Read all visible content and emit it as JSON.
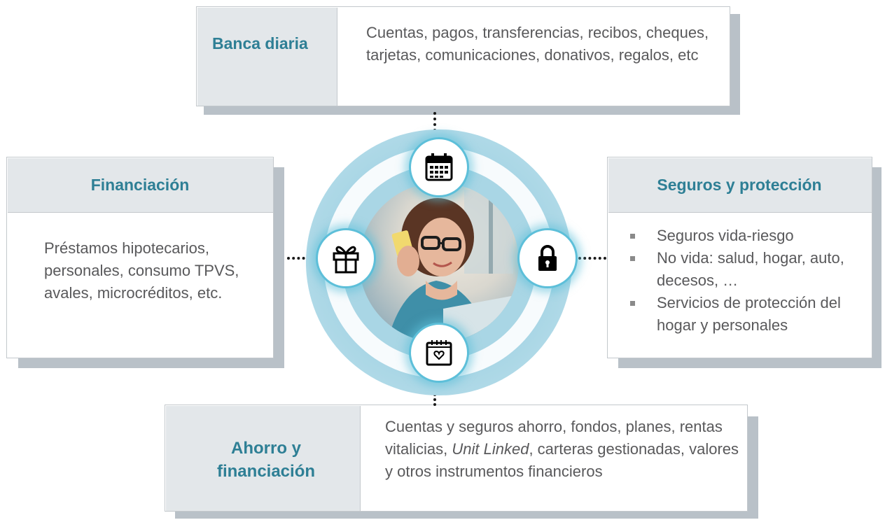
{
  "banca_diaria": {
    "title": "Banca diaria",
    "text": "Cuentas, pagos, transferencias, recibos, cheques, tarjetas, comunicaciones, donativos, regalos, etc"
  },
  "financiacion": {
    "title": "Financiación",
    "text": "Préstamos hipotecarios, personales, consumo TPVS, avales, microcréditos, etc."
  },
  "seguros": {
    "title": "Seguros y protección",
    "bullets": [
      "Seguros vida-riesgo",
      "No vida: salud, hogar, auto, decesos, …",
      "Servicios de protección del hogar y personales"
    ]
  },
  "ahorro": {
    "title": "Ahorro y financiación",
    "text_before": "Cuentas y seguros ahorro, fondos, planes, rentas vitalicias, ",
    "text_italic": "Unit Linked",
    "text_after": ", carteras gestionadas, valores y otros instrumentos financieros"
  },
  "icons": {
    "top": "calendar-icon",
    "left": "gift-icon",
    "right": "lock-icon",
    "bottom": "calendar-heart-icon"
  },
  "colors": {
    "title_blue": "#2e7f95",
    "ring_blue": "#a9d6e5",
    "icon_border": "#5dbfd9",
    "title_bg": "#e3e7ea",
    "shadow": "#b9c1c8"
  }
}
